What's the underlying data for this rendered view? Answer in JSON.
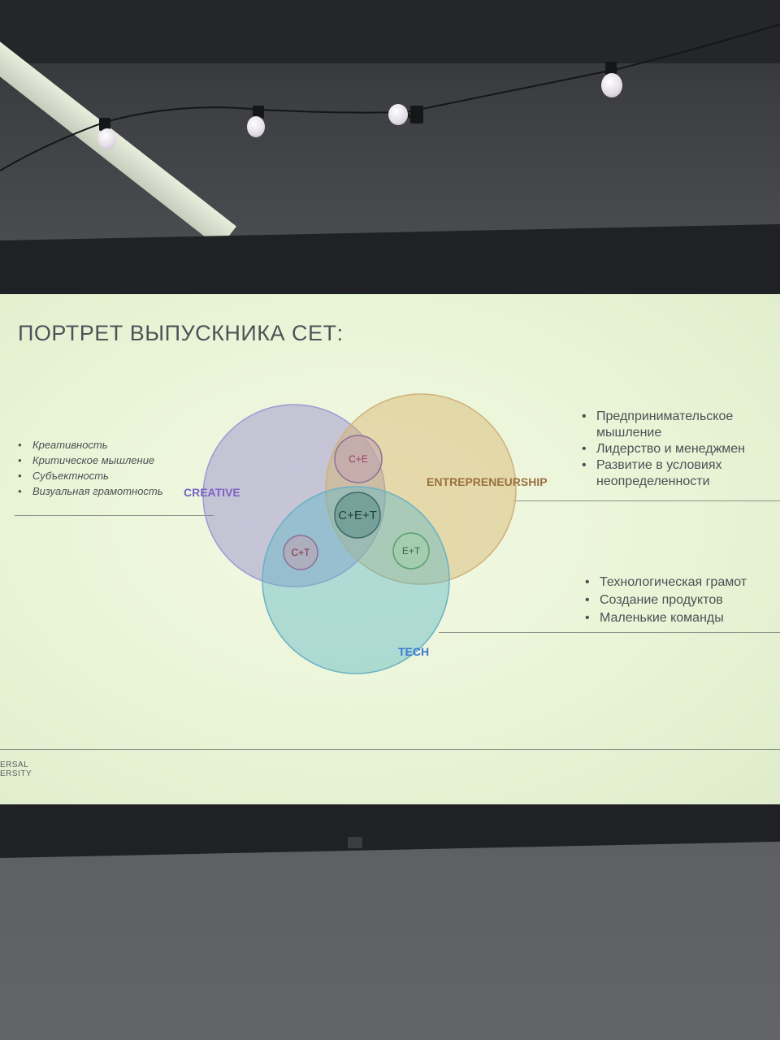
{
  "slide": {
    "title": "ПОРТРЕТ ВЫПУСКНИКА СЕТ:",
    "left_bullets": [
      "Креативность",
      "Критическое мышление",
      "Субъектность",
      "Визуальная грамотность"
    ],
    "right_top_bullets": [
      "Предпринимательское мышление",
      "Лидерство и менеджмен",
      "Развитие в условиях неопределенности"
    ],
    "right_bottom_bullets": [
      "Технологическая грамот",
      "Создание продуктов",
      "Маленькие команды"
    ],
    "venn": {
      "creative_label": "CREATIVE",
      "entrepreneurship_label": "ENTREPRENEURSHIP",
      "tech_label": "TECH",
      "ce_label": "C+E",
      "ct_label": "C+T",
      "et_label": "E+T",
      "cet_label": "C+E+T"
    },
    "logo_line1": "ERSAL",
    "logo_line2": "ERSITY"
  },
  "colors": {
    "creative": "#7a62c8",
    "entrepreneurship": "#9a7040",
    "tech": "#3a78d0",
    "slide_background": "#eef6dc"
  }
}
